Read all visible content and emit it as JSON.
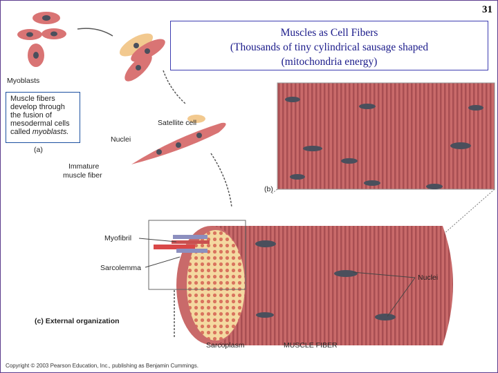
{
  "slide_number": "31",
  "title": {
    "line1": "Muscles as Cell Fibers",
    "line2": "(Thousands of tiny cylindrical sausage shaped",
    "line3": "(mitochondria energy)"
  },
  "labels": {
    "myoblasts": "Myoblasts",
    "satellite_cell": "Satellite cell",
    "nuclei_top": "Nuclei",
    "immature_line1": "Immature",
    "immature_line2": "muscle fiber",
    "part_a": "(a)",
    "part_b": "(b)",
    "myofibril": "Myofibril",
    "sarcolemma": "Sarcolemma",
    "external_org": "(c) External organization",
    "nuclei_right": "Nuclei",
    "sarcoplasm": "Sarcoplasm",
    "muscle_fiber": "MUSCLE FIBER"
  },
  "caption": {
    "line1": "Muscle fibers",
    "line2": "develop through",
    "line3": "the fusion of",
    "line4": "mesodermal cells",
    "line5_plain": "called ",
    "line5_em": "myoblasts."
  },
  "copyright": "Copyright © 2003 Pearson Education, Inc., publishing as Benjamin Cummings.",
  "colors": {
    "muscle": "#c96a6a",
    "muscle_stripe": "#a84e52",
    "nucleus": "#4a4f5c",
    "sarcoplasm": "#f4d9a0",
    "title_text": "#1a1a8a"
  }
}
